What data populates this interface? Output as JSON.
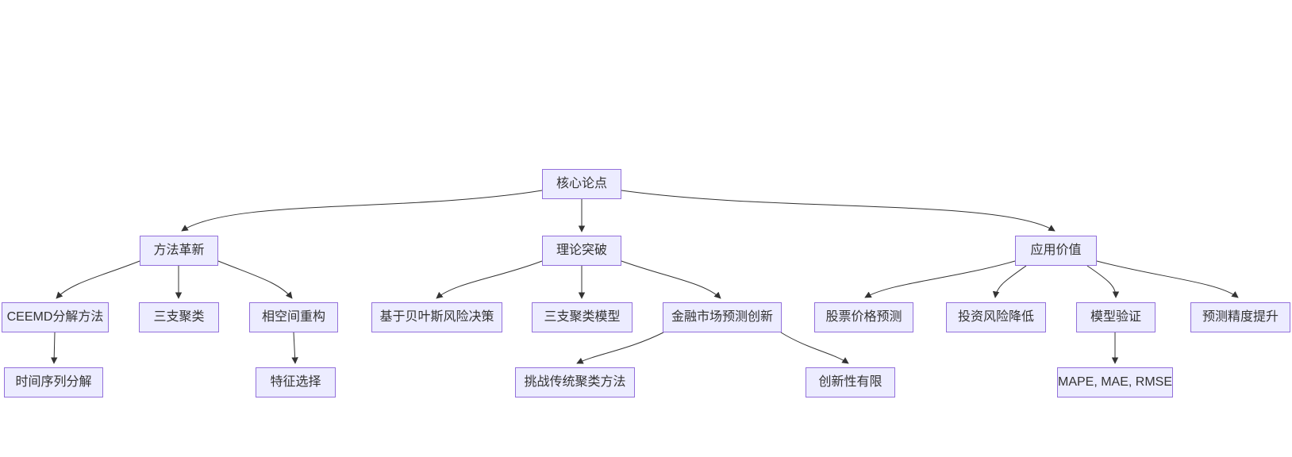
{
  "diagram": {
    "type": "flowchart-top-down",
    "colors": {
      "background": "#FFFFFF",
      "node_fill": "#ECECFF",
      "node_border": "#9370DB",
      "node_text": "#333333",
      "edge": "#333333"
    },
    "nodes": {
      "core": "核心论点",
      "method": "方法革新",
      "theory": "理论突破",
      "application": "应用价值",
      "ceemd": "CEEMD分解方法",
      "three_way": "三支聚类",
      "phase": "相空间重构",
      "bayes": "基于贝叶斯风险决策",
      "twc_model": "三支聚类模型",
      "fin_innovation": "金融市场预测创新",
      "stock": "股票价格预测",
      "risk": "投资风险降低",
      "validation": "模型验证",
      "accuracy": "预测精度提升",
      "ts_decomp": "时间序列分解",
      "feature": "特征选择",
      "challenge": "挑战传统聚类方法",
      "limited": "创新性有限",
      "metrics": "MAPE, MAE, RMSE"
    },
    "edges": [
      {
        "from": "core",
        "to": "method"
      },
      {
        "from": "core",
        "to": "theory"
      },
      {
        "from": "core",
        "to": "application"
      },
      {
        "from": "method",
        "to": "ceemd"
      },
      {
        "from": "method",
        "to": "three_way"
      },
      {
        "from": "method",
        "to": "phase"
      },
      {
        "from": "ceemd",
        "to": "ts_decomp"
      },
      {
        "from": "phase",
        "to": "feature"
      },
      {
        "from": "theory",
        "to": "bayes"
      },
      {
        "from": "theory",
        "to": "twc_model"
      },
      {
        "from": "theory",
        "to": "fin_innovation"
      },
      {
        "from": "fin_innovation",
        "to": "challenge"
      },
      {
        "from": "fin_innovation",
        "to": "limited"
      },
      {
        "from": "application",
        "to": "stock"
      },
      {
        "from": "application",
        "to": "risk"
      },
      {
        "from": "application",
        "to": "validation"
      },
      {
        "from": "application",
        "to": "accuracy"
      },
      {
        "from": "validation",
        "to": "metrics"
      }
    ]
  }
}
